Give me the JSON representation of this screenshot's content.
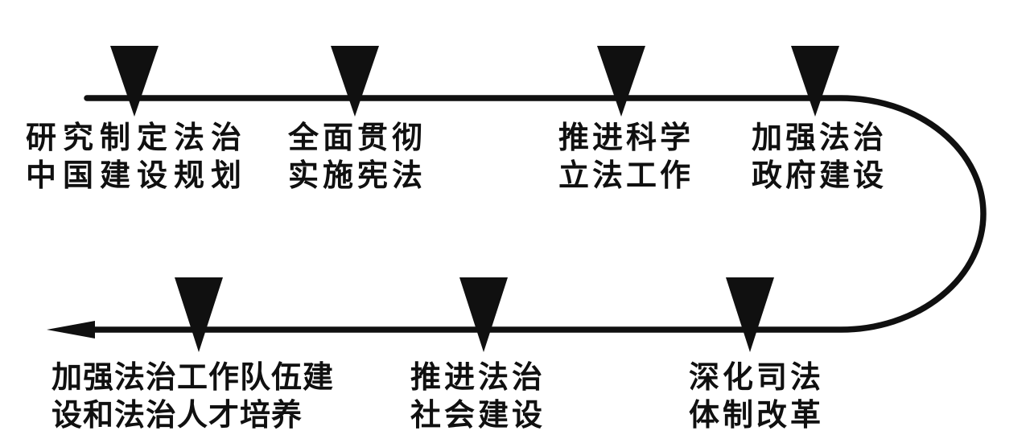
{
  "diagram": {
    "background_color": "#ffffff",
    "line_color": "#101010",
    "marker_color": "#101010",
    "text_color": "#101010",
    "shape": "horizontal timeline with right-side u-turn, ends in left-pointing arrow",
    "steps": [
      {
        "order": 1,
        "row": "top",
        "line1": "研究制定法治",
        "line2": "中国建设规划"
      },
      {
        "order": 2,
        "row": "top",
        "line1": "全面贯彻",
        "line2": "实施宪法"
      },
      {
        "order": 3,
        "row": "top",
        "line1": "推进科学",
        "line2": "立法工作"
      },
      {
        "order": 4,
        "row": "top",
        "line1": "加强法治",
        "line2": "政府建设"
      },
      {
        "order": 5,
        "row": "bottom",
        "line1": "深化司法",
        "line2": "体制改革"
      },
      {
        "order": 6,
        "row": "bottom",
        "line1": "推进法治",
        "line2": "社会建设"
      },
      {
        "order": 7,
        "row": "bottom",
        "line1": "加强法治工作队伍建",
        "line2": "设和法治人才培养"
      }
    ]
  }
}
